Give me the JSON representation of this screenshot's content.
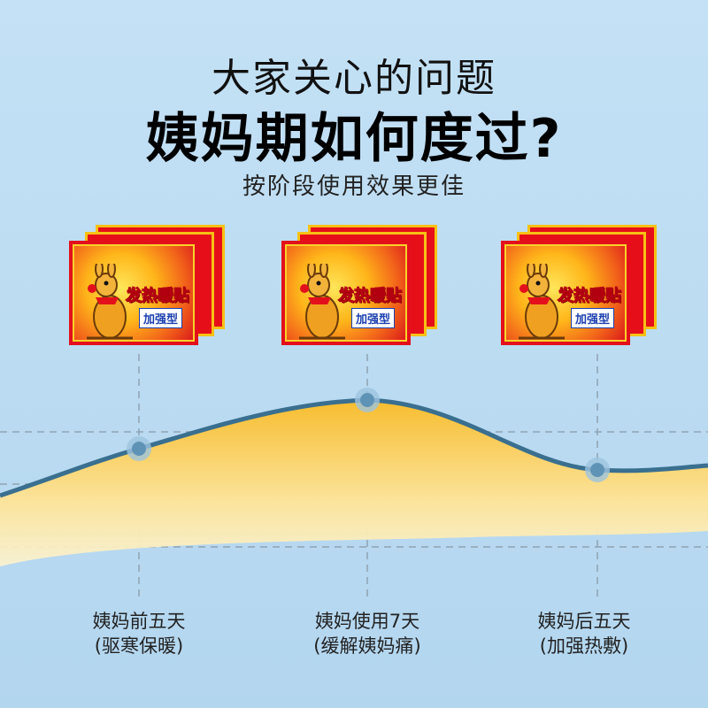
{
  "header": {
    "title": "大家关心的问题",
    "headline": "姨妈期如何度过?",
    "subtitle": "按阶段使用效果更佳"
  },
  "product": {
    "brand_text": "发热暖贴",
    "variant_text": "加强型"
  },
  "stages": [
    {
      "name": "姨妈前五天",
      "note": "(驱寒保暖)"
    },
    {
      "name": "姨妈使用7天",
      "note": "(缓解姨妈痛)"
    },
    {
      "name": "姨妈后五天",
      "note": "(加强热敷)"
    }
  ],
  "colors": {
    "background": "#c4e1f5",
    "curve_line": "#3a6f8f",
    "curve_fill": "#f8c53a",
    "marker": "#5f93b6",
    "pack_red": "#e60f19",
    "pack_yellow": "#f7c114"
  }
}
